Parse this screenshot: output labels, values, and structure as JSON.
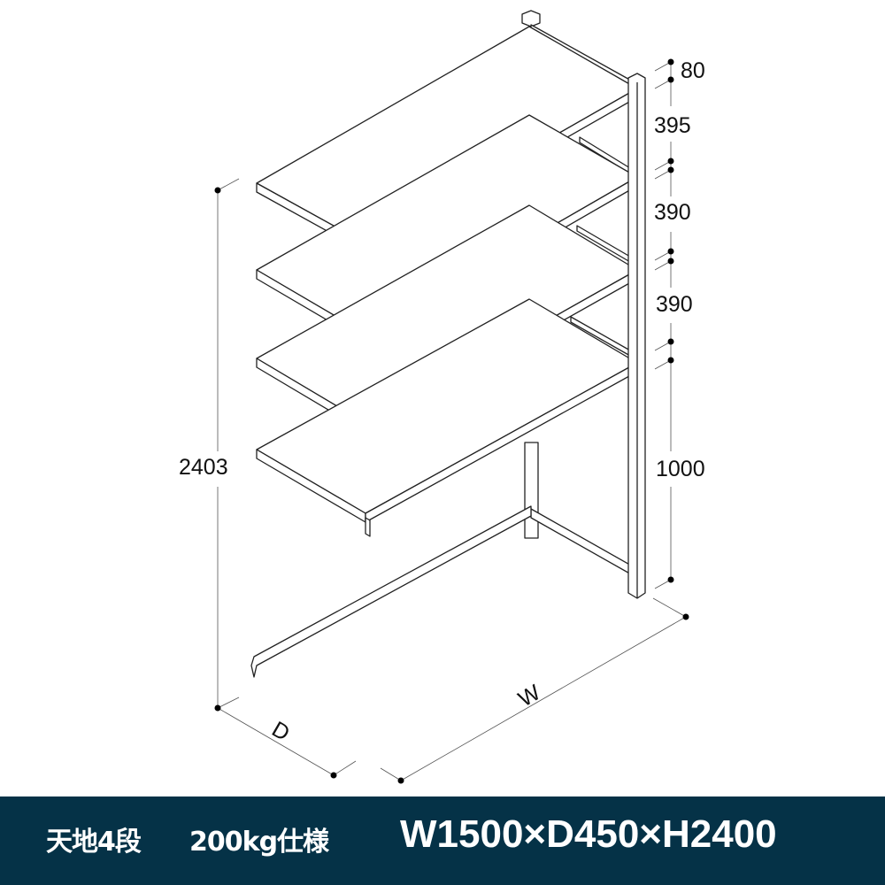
{
  "dimensions": {
    "top_gap": "80",
    "shelf_gap_1": "395",
    "shelf_gap_2": "390",
    "shelf_gap_3": "390",
    "bottom_height": "1000",
    "total_height": "2403",
    "depth_label": "D",
    "width_label": "W"
  },
  "banner": {
    "type": "天地4段",
    "load": "200kg仕様",
    "size": "W1500×D450×H2400"
  },
  "colors": {
    "banner_bg": "#053247",
    "banner_text": "#ffffff"
  }
}
